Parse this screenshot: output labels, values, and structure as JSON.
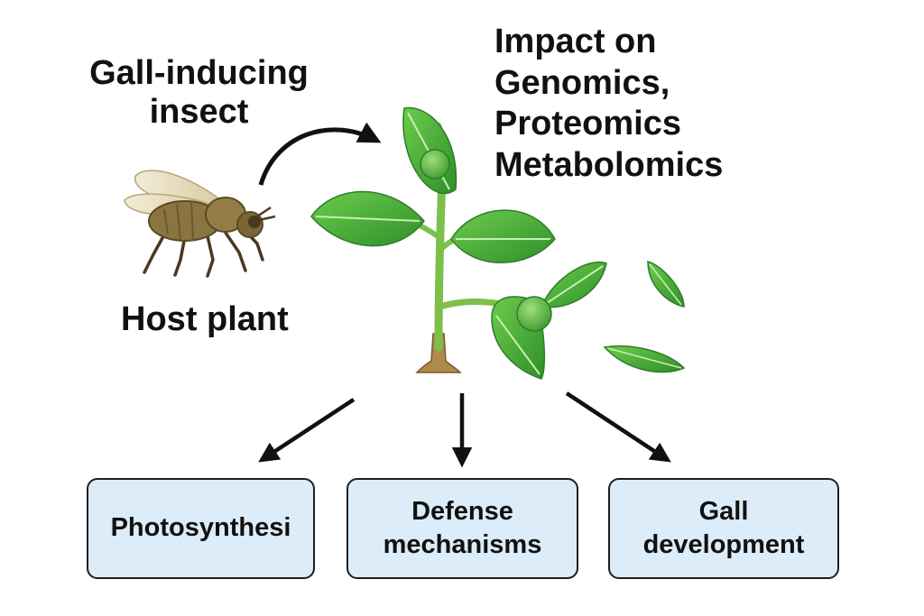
{
  "labels": {
    "insect": [
      "Gall-inducing",
      "insect"
    ],
    "impact": [
      "Impact on",
      "Genomics,",
      "Proteomics",
      "Metabolomics"
    ],
    "host": "Host plant"
  },
  "boxes": [
    {
      "lines": [
        "Photosynthesi"
      ]
    },
    {
      "lines": [
        "Defense",
        "mechanisms"
      ]
    },
    {
      "lines": [
        "Gall",
        "development"
      ]
    }
  ],
  "colors": {
    "box_fill": "#dcecf8",
    "box_border": "#1e1e1e",
    "leaf": "#4caf3c",
    "leaf_dark": "#2f7d2a",
    "stem": "#7cc04a",
    "root": "#b08a4a",
    "insect_body": "#8a7440",
    "arrow": "#111111"
  },
  "icons": [
    "insect-icon",
    "plant-icon",
    "gall-icon",
    "leaf-icon",
    "arrow-icon"
  ]
}
